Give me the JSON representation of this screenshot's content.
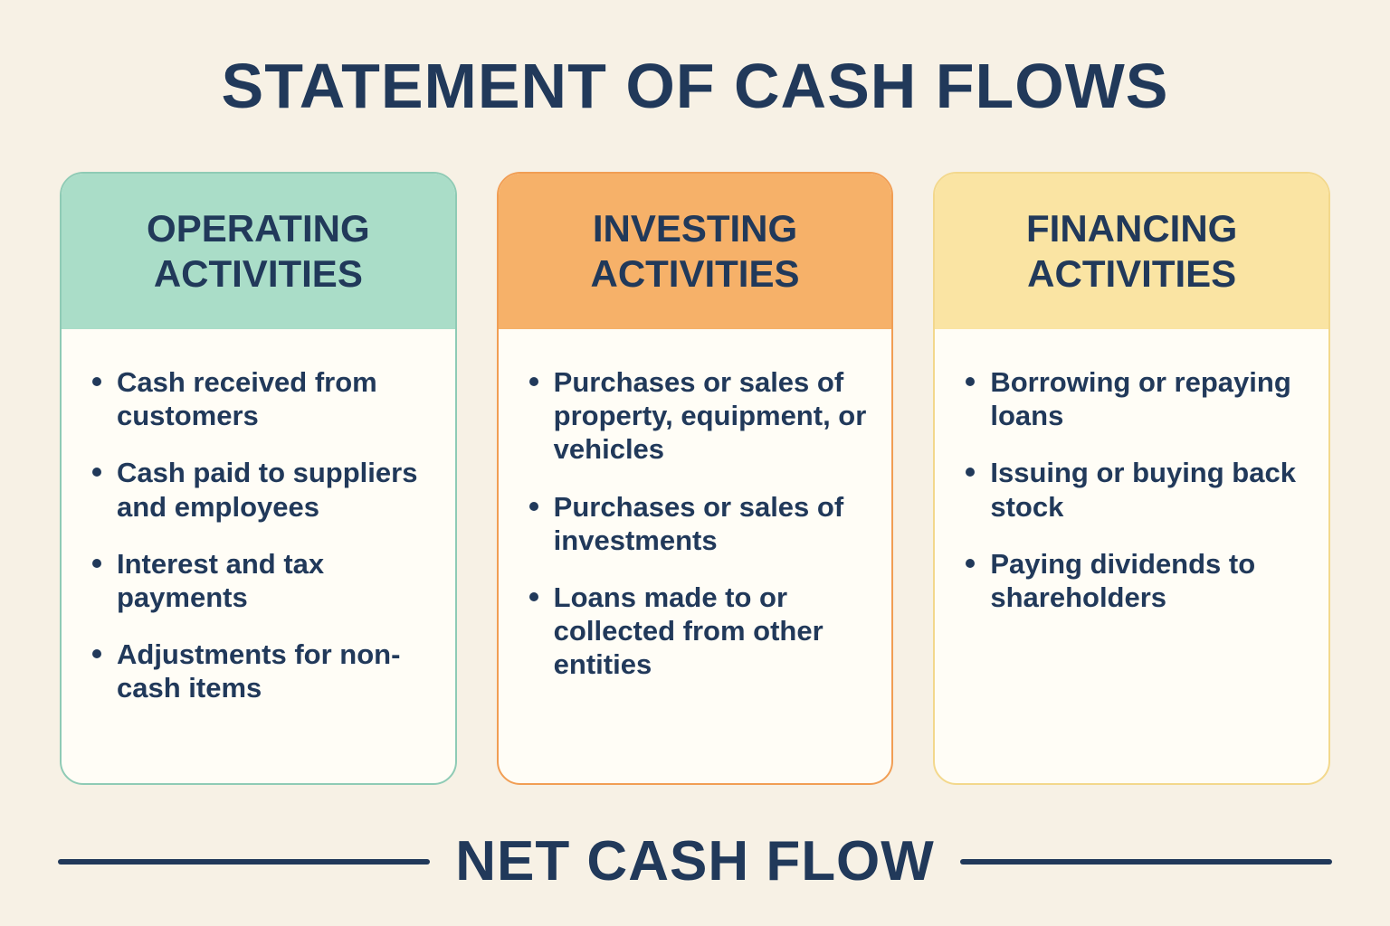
{
  "title": "STATEMENT OF CASH FLOWS",
  "footer": {
    "label": "NET CASH FLOW"
  },
  "colors": {
    "background": "#f7f1e5",
    "text": "#21395a",
    "card_body": "#fffdf6",
    "operating_header": "#aaddc8",
    "operating_border": "#8fcbb5",
    "investing_header": "#f6b169",
    "investing_border": "#f19e54",
    "financing_header": "#fae4a3",
    "financing_border": "#f3d88c"
  },
  "cards": [
    {
      "title": "OPERATING ACTIVITIES",
      "items": [
        "Cash received from customers",
        "Cash paid to suppliers and employees",
        "Interest and tax payments",
        "Adjustments for non-cash items"
      ]
    },
    {
      "title": "INVESTING ACTIVITIES",
      "items": [
        "Purchases or sales of property, equipment, or vehicles",
        "Purchases or sales of investments",
        "Loans made to or collected from other entities"
      ]
    },
    {
      "title": "FINANCING ACTIVITIES",
      "items": [
        "Borrowing or repaying loans",
        "Issuing or buying back stock",
        "Paying dividends to shareholders"
      ]
    }
  ]
}
